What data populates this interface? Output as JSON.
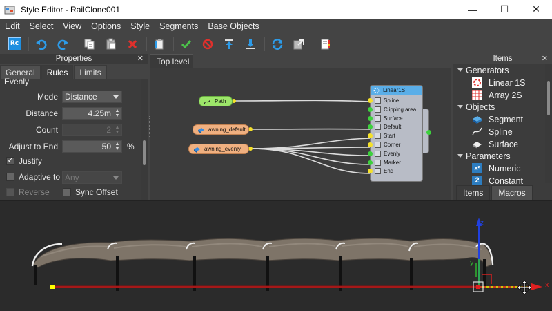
{
  "window": {
    "title": "Style Editor - RailClone001",
    "minimize_glyph": "—",
    "maximize_glyph": "☐",
    "close_glyph": "✕"
  },
  "menu": [
    "Edit",
    "Select",
    "View",
    "Options",
    "Style",
    "Segments",
    "Base Objects"
  ],
  "toolbar": {
    "logo_text": "Rc",
    "buttons": [
      "undo-icon",
      "redo-icon",
      "copy-icon",
      "paste-icon",
      "delete-icon",
      "clipboard-icon",
      "accept-icon",
      "cancel-icon",
      "move-up-icon",
      "move-down-icon",
      "refresh-icon",
      "export-icon",
      "report-icon"
    ],
    "colors": {
      "accent_blue": "#1f8fe0",
      "green": "#4cc24a",
      "red": "#e0302c"
    }
  },
  "properties": {
    "title": "Properties",
    "close": "✕",
    "tabs": [
      "General",
      "Rules",
      "Limits"
    ],
    "active_tab": "Rules",
    "section": "Evenly",
    "mode_label": "Mode",
    "mode_value": "Distance",
    "distance_label": "Distance",
    "distance_value": "4.25m",
    "count_label": "Count",
    "count_value": "2",
    "adjust_label": "Adjust to End",
    "adjust_value": "50",
    "adjust_unit": "%",
    "justify_label": "Justify",
    "justify_checked": true,
    "adaptive_label": "Adaptive to",
    "adaptive_value": "Any",
    "adaptive_checked": false,
    "reverse_label": "Reverse",
    "reverse_checked": false,
    "sync_label": "Sync Offset",
    "sync_checked": false,
    "check_glyph": "✓"
  },
  "graph": {
    "tab": "Top level",
    "nodes": {
      "path": "Path",
      "awning_default": "awning_default",
      "awning_evenly": "awning_evenly"
    },
    "generator": {
      "title": "Linear1S",
      "ports": [
        "Spline",
        "Clipping area",
        "Surface",
        "Default",
        "Start",
        "Corner",
        "Evenly",
        "Marker",
        "End"
      ]
    }
  },
  "items": {
    "title": "Items",
    "close": "✕",
    "groups": [
      {
        "label": "Generators",
        "children": [
          {
            "label": "Linear 1S",
            "icon": "linear-generator-icon"
          },
          {
            "label": "Array 2S",
            "icon": "array-generator-icon"
          }
        ]
      },
      {
        "label": "Objects",
        "children": [
          {
            "label": "Segment",
            "icon": "segment-icon"
          },
          {
            "label": "Spline",
            "icon": "spline-icon"
          },
          {
            "label": "Surface",
            "icon": "surface-icon"
          }
        ]
      },
      {
        "label": "Parameters",
        "children": [
          {
            "label": "Numeric",
            "icon": "numeric-icon",
            "glyph": "x²"
          },
          {
            "label": "Constant",
            "icon": "constant-icon",
            "glyph": "2"
          }
        ]
      }
    ],
    "tabs": [
      "Items",
      "Macros"
    ],
    "active_tab": "Items"
  },
  "viewport": {
    "gizmo_axes": [
      "z",
      "y",
      "x"
    ],
    "colors": {
      "x_axis": "#e02020",
      "y_axis": "#30c030",
      "z_axis": "#2040e0",
      "selection": "#ffff00"
    }
  }
}
